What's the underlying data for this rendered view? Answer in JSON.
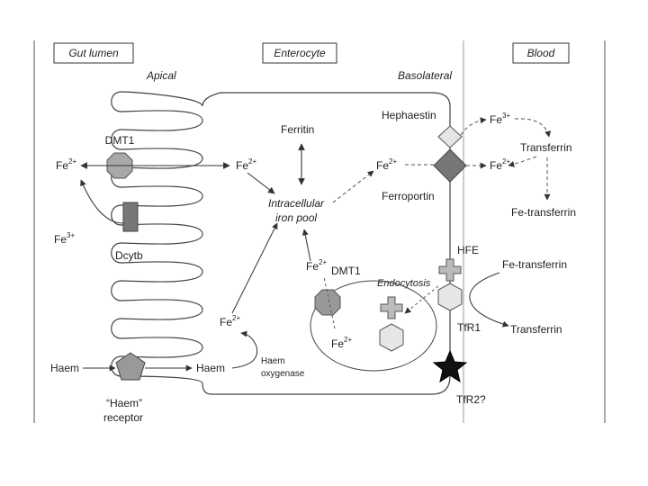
{
  "headers": {
    "gut_lumen": "Gut lumen",
    "enterocyte": "Enterocyte",
    "blood": "Blood",
    "apical": "Apical",
    "basolateral": "Basolateral"
  },
  "labels": {
    "dmt1_apical": "DMT1",
    "fe_lumen": "Fe",
    "fe_lumen_sup": "2+",
    "fe_cell": "Fe",
    "fe_cell_sup": "2+",
    "fe3_lumen": "Fe",
    "fe3_lumen_sup": "3+",
    "dcytb": "Dcytb",
    "ferritin": "Ferritin",
    "pool_line1": "Intracellular",
    "pool_line2": "iron pool",
    "fe_baso": "Fe",
    "fe_baso_sup": "2+",
    "hephaestin": "Hephaestin",
    "ferroportin": "Ferroportin",
    "fe3_blood": "Fe",
    "fe3_blood_sup": "3+",
    "fe2_blood": "Fe",
    "fe2_blood_sup": "2+",
    "transferrin_top": "Transferrin",
    "fe_transferrin_top": "Fe-transferrin",
    "hfe": "HFE",
    "fe_transferrin_mid": "Fe-transferrin",
    "endocytosis": "Endocytosis",
    "tfr1": "TfR1",
    "transferrin_mid": "Transferrin",
    "tfr2": "TfR2?",
    "fe_endo_top": "Fe",
    "fe_endo_top_sup": "2+",
    "dmt1_endo": "DMT1",
    "fe_endo_bottom": "Fe",
    "fe_endo_bottom_sup": "2+",
    "fe_haem": "Fe",
    "fe_haem_sup": "2+",
    "haem_lumen": "Haem",
    "haem_cell": "Haem",
    "haem_oxy_line1": "Haem",
    "haem_oxy_line2": "oxygenase",
    "haem_receptor_line1": "“Haem”",
    "haem_receptor_line2": "receptor"
  },
  "icons": {
    "dmt1": "octagon-transporter-icon",
    "dcytb": "rectangle-reductase-icon",
    "hephaestin": "diamond-oxidase-icon",
    "ferroportin": "diamond-exporter-icon",
    "hfe": "cross-protein-icon",
    "tfr1": "hexagon-receptor-icon",
    "tfr2": "star-receptor-icon",
    "haem_receptor": "pentagon-receptor-icon"
  },
  "colors": {
    "membrane": "#444444",
    "transporter_fill": "#a8a8a8",
    "dark_fill": "#777777",
    "light_fill": "#e6e6e6",
    "star_fill": "#111111"
  }
}
